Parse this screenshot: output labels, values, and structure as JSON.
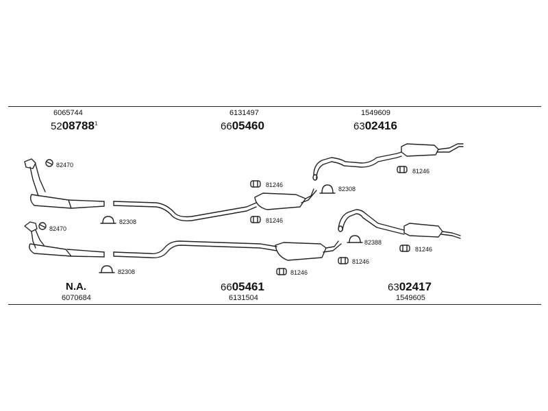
{
  "top_group": {
    "left": {
      "ref": "6065744",
      "code_prefix": "52",
      "code_main": "08788",
      "note": "1"
    },
    "middle": {
      "ref": "6131497",
      "code_prefix": "66",
      "code_main": "05460"
    },
    "right": {
      "ref": "1549609",
      "code_prefix": "63",
      "code_main": "02416"
    }
  },
  "bottom_group": {
    "left": {
      "code": "N.A.",
      "ref": "6070684"
    },
    "middle": {
      "code_prefix": "66",
      "code_main": "05461",
      "ref": "6131504"
    },
    "right": {
      "code_prefix": "63",
      "code_main": "02417",
      "ref": "1549605"
    }
  },
  "part_labels": {
    "clamp_82470_a": "82470",
    "clamp_82470_b": "82470",
    "clamp_82308_a": "82308",
    "clamp_82308_b": "82308",
    "clamp_82308_c": "82308",
    "clamp_82388": "82388",
    "hanger_81246_a": "81246",
    "hanger_81246_b": "81246",
    "hanger_81246_c": "81246",
    "hanger_81246_d": "81246",
    "hanger_81246_e": "81246",
    "hanger_81246_f": "81246"
  }
}
